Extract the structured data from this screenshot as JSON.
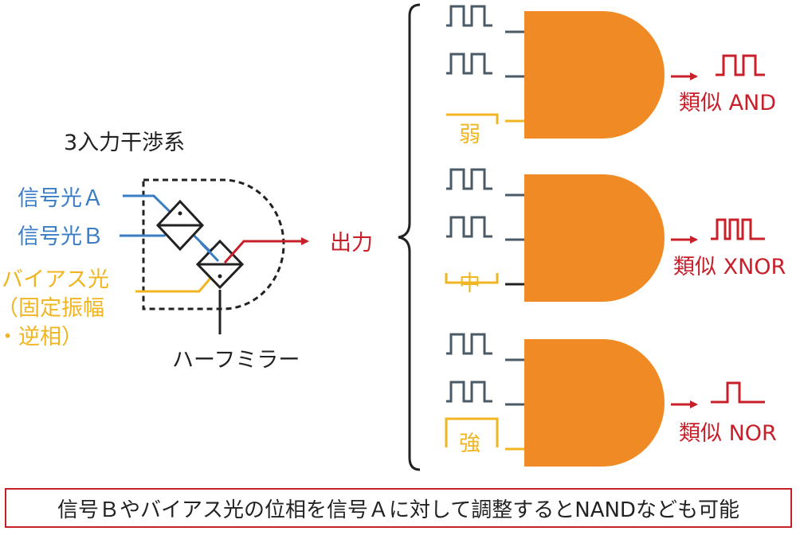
{
  "colors": {
    "blue": "#3a7dc4",
    "amber": "#f0b521",
    "red": "#c8202a",
    "black": "#222222",
    "gate_orange": "#f08a24",
    "wave_gray": "#4a5a66"
  },
  "system": {
    "title": "3入力干渉系",
    "input_a": "信号光Ａ",
    "input_b": "信号光Ｂ",
    "bias_line1": "バイアス光",
    "bias_line2": "（固定振幅",
    "bias_line3": "・逆相）",
    "mirror_label": "ハーフミラー",
    "output_label": "出力"
  },
  "gates": [
    {
      "bias_label": "弱",
      "result": "類似 AND"
    },
    {
      "bias_label": "中",
      "result": "類似 XNOR"
    },
    {
      "bias_label": "強",
      "result": "類似 NOR"
    }
  ],
  "caption": "信号Ｂやバイアス光の位相を信号Ａに対して調整するとNANDなども可能"
}
